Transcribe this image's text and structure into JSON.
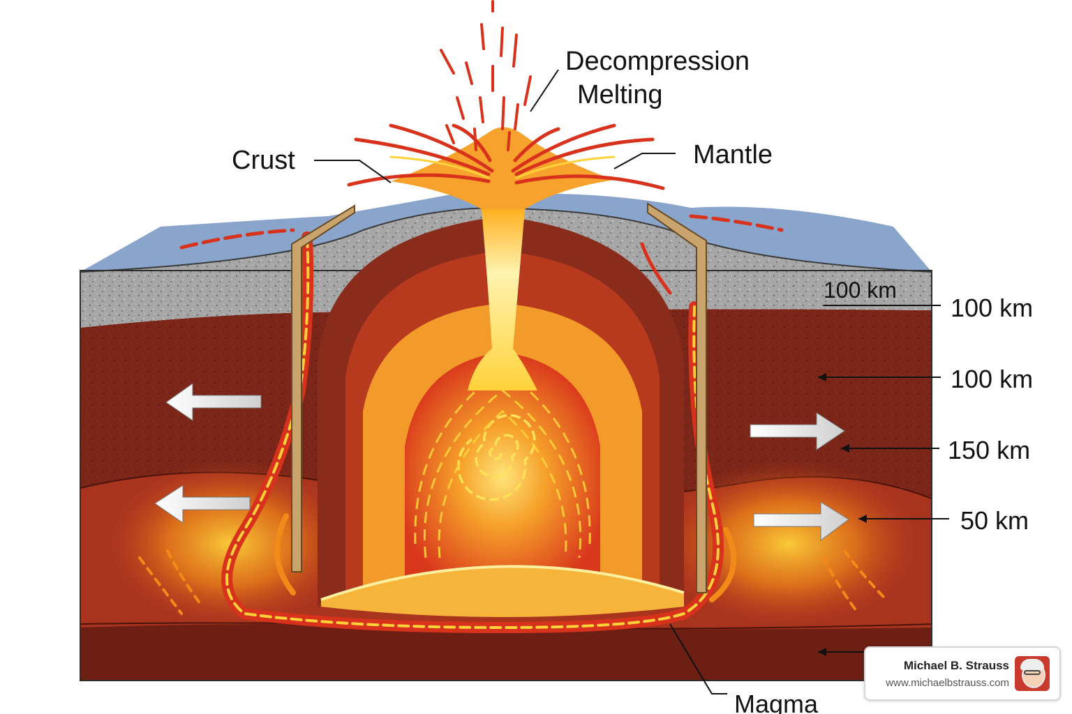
{
  "labels": {
    "decompression_line1": "Decompression",
    "decompression_line2": "Melting",
    "crust": "Crust",
    "mantle": "Mantle",
    "magma": "Magma",
    "inner_depth": "100 km",
    "depth_1": "100 km",
    "depth_2": "100 km",
    "depth_3": "150 km",
    "depth_4": "50 km"
  },
  "badge": {
    "name": "Michael B. Strauss",
    "url": "www.michaelbstrauss.com"
  },
  "colors": {
    "ocean": "#7f9cc6",
    "crust_rock": "#a9a9a9",
    "mantle_dark": "#7a2418",
    "magma_orange": "#f28a1a",
    "magma_yellow": "#ffd23a",
    "lava_red": "#d8321c"
  }
}
